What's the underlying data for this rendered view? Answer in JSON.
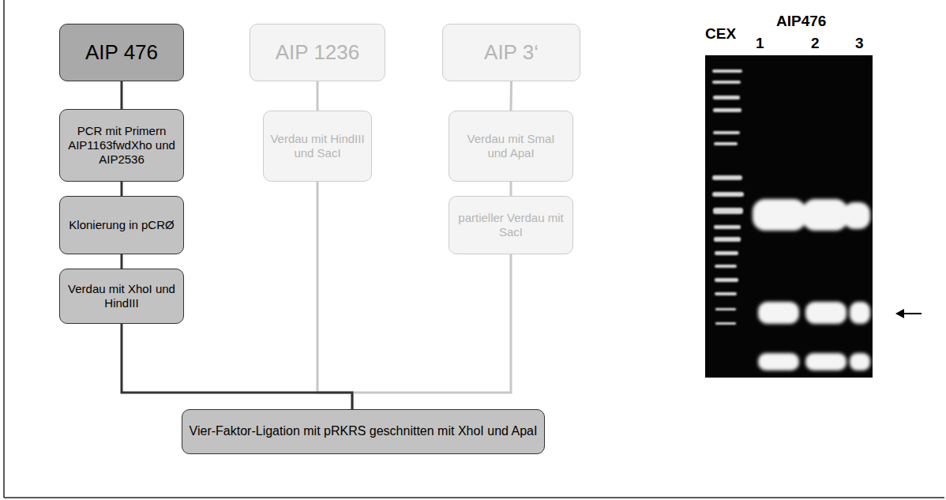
{
  "diagram": {
    "nodes": [
      {
        "text": [
          "AIP 476"
        ]
      },
      {
        "text": [
          "PCR mit Primern AIP1163fwdXho und AIP2536"
        ]
      },
      {
        "text": [
          "Klonierung in pCRØ"
        ]
      },
      {
        "text": [
          "Verdau mit XhoI und HindIII"
        ]
      },
      {
        "text": [
          "AIP 1236"
        ]
      },
      {
        "text": [
          "Verdau mit HindIII und SacI"
        ]
      },
      {
        "text": [
          "AIP 3‘"
        ]
      },
      {
        "text": [
          "Verdau mit SmaI und ApaI"
        ]
      },
      {
        "text": [
          "partieller Verdau mit SacI"
        ]
      },
      {
        "text": [
          "Vier-Faktor-Ligation mit pRKRS geschnitten mit XhoI und ApaI"
        ]
      }
    ],
    "edges": [
      {
        "from": 0,
        "to": 1,
        "arrow": "none"
      },
      {
        "from": 1,
        "to": 2,
        "arrow": "none"
      },
      {
        "from": 2,
        "to": 3,
        "arrow": "none"
      },
      {
        "from": 4,
        "to": 5,
        "arrow": "none"
      },
      {
        "from": 6,
        "to": 7,
        "arrow": "none"
      },
      {
        "from": 7,
        "to": 8,
        "arrow": "none"
      },
      {
        "from": 5,
        "to": 9,
        "arrow": "none"
      },
      {
        "from": 8,
        "to": 9,
        "arrow": "none"
      },
      {
        "from": 3,
        "to": 9,
        "arrow": "none"
      }
    ],
    "labels": [
      "CEX",
      "AIP476",
      "1",
      "2",
      "3"
    ]
  }
}
